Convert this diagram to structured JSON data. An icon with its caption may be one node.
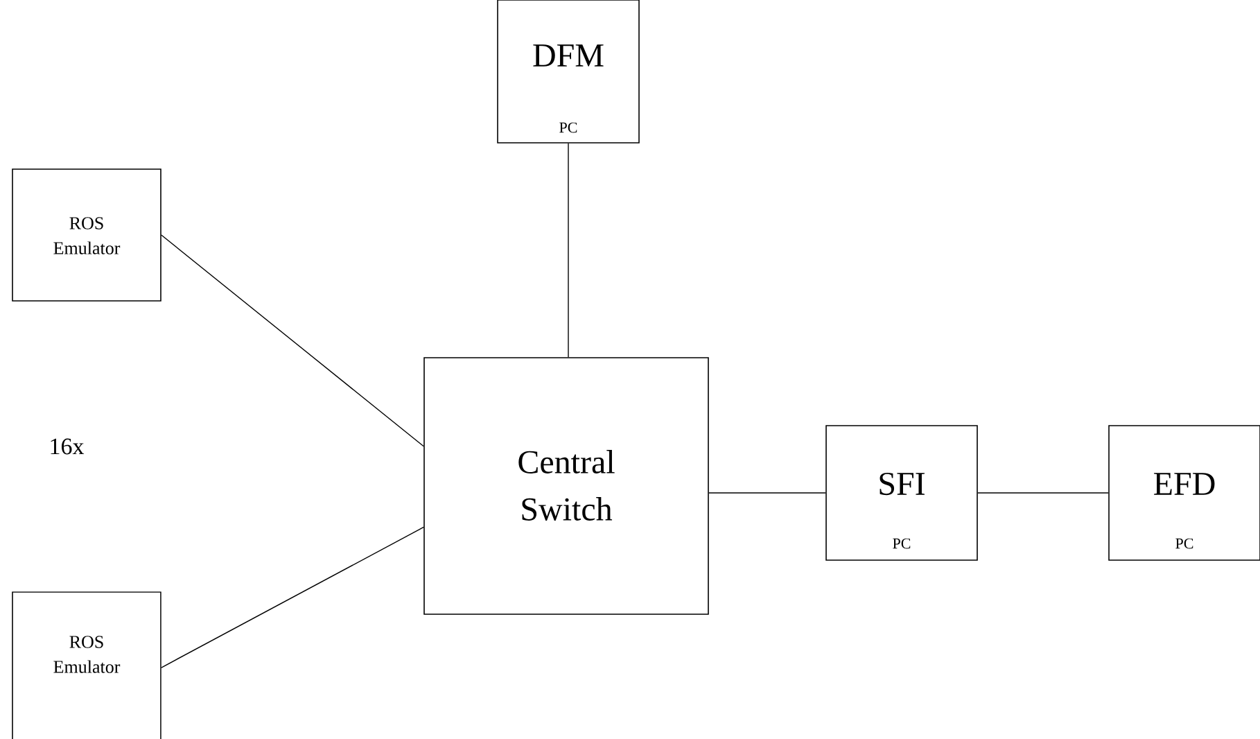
{
  "diagram": {
    "nodes": [
      {
        "text": [
          "DFM",
          "PC"
        ]
      },
      {
        "text": [
          "ROS Emulator"
        ]
      },
      {
        "text": [
          "Central Switch"
        ]
      },
      {
        "text": [
          "SFI",
          "PC"
        ]
      },
      {
        "text": [
          "EFD",
          "PC"
        ]
      },
      {
        "text": [
          "ROS Emulator"
        ]
      }
    ],
    "edges": [
      {
        "from": 1,
        "to": 2,
        "arrow": "none"
      },
      {
        "from": 5,
        "to": 2,
        "arrow": "none"
      },
      {
        "from": 0,
        "to": 2,
        "arrow": "none"
      },
      {
        "from": 2,
        "to": 3,
        "arrow": "none"
      },
      {
        "from": 3,
        "to": 4,
        "arrow": "none"
      }
    ],
    "labels": [
      "16x"
    ]
  }
}
